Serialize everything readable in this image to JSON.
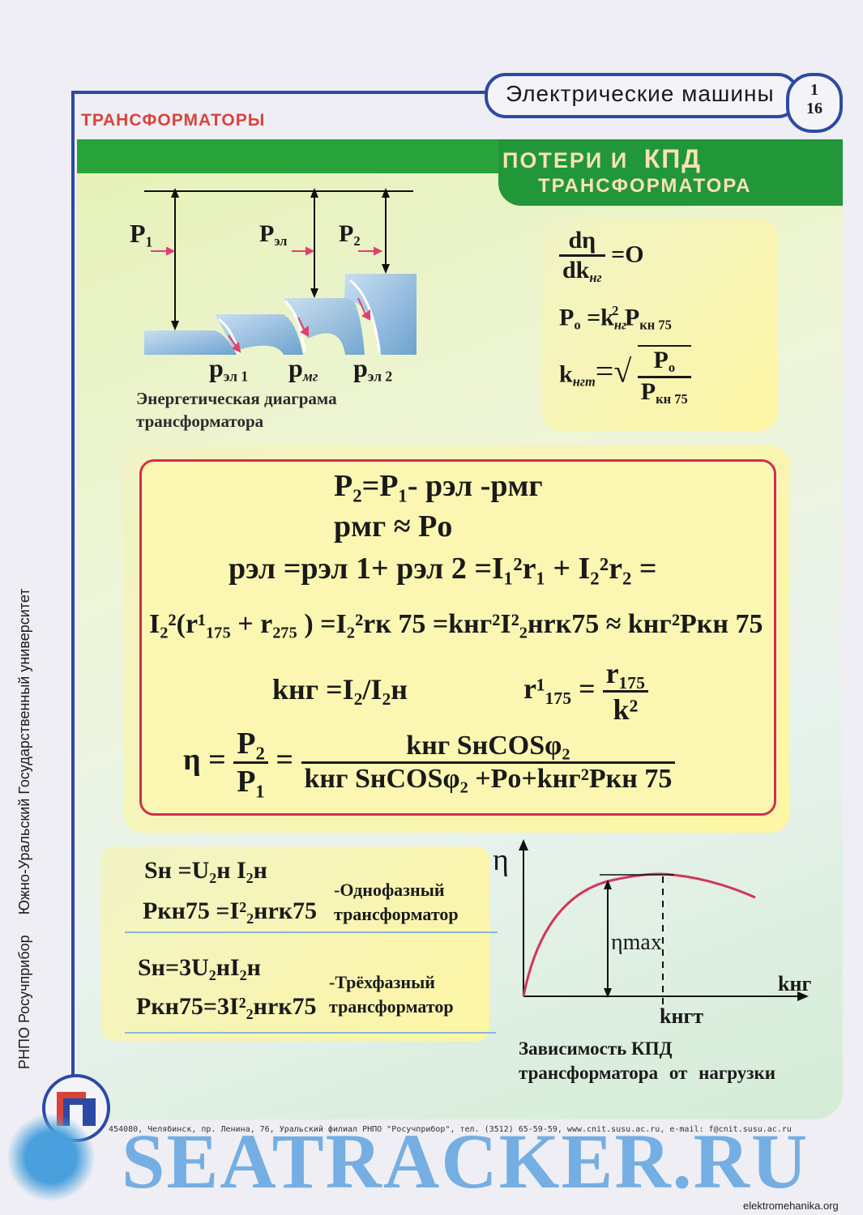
{
  "header": {
    "subject": "Электрические машины",
    "page_num": "1",
    "page_total": "16",
    "section": "ТРАНСФОРМАТОРЫ"
  },
  "title": {
    "line1_a": "ПОТЕРИ И",
    "line1_b": "КПД",
    "line2": "ТРАНСФОРМАТОРА"
  },
  "energy_diagram": {
    "labels": {
      "p1": "P",
      "p1_sub": "1",
      "pel": "P",
      "pel_sub": "эл",
      "p2": "P",
      "p2_sub": "2",
      "pel1": "p",
      "pel1_sub": "эл 1",
      "pmg": "p",
      "pmg_sub": "мг",
      "pel2": "p",
      "pel2_sub": "эл 2"
    },
    "caption_1": "Энергетическая диаграма",
    "caption_2": "трансформатора"
  },
  "optimum_box": {
    "deriv_num": "dη",
    "deriv_den": "dk",
    "deriv_den_sub": "нг",
    "deriv_eq": "=O",
    "po_lhs": "P",
    "po_lhs_sub": "o",
    "po_rhs_1": "=k",
    "po_rhs_1_sub": "нг",
    "po_rhs_1_sup": "2",
    "po_rhs_2": " P",
    "po_rhs_2_sub": "кн 75",
    "kopt_lhs": "k",
    "kopt_lhs_sub": "нгт",
    "kopt_eq": "=√",
    "kopt_num": "P",
    "kopt_num_sub": "o",
    "kopt_den": "P",
    "kopt_den_sub": "кн 75"
  },
  "formulas": {
    "line1": "P₂=P₁- pэл -pмг",
    "line2": "pмг ≈ Pо",
    "line3": "pэл =pэл 1+ pэл 2 =I₁²r₁ + I₂²r₂ =",
    "line4": "I₂²(r¹₁₇₅ + r₂₇₅ ) =I₂²rк 75 =kнг²I²₂нrк75 ≈ kнг²Pкн 75",
    "line5a": "kнг =I₂/I₂н",
    "line5b_lhs": "r¹₁₇₅ =",
    "line5b_num": "r₁₇₅",
    "line5b_den": "k²",
    "eta_lhs": "η =",
    "eta_frac_num": "P₂",
    "eta_frac_den": "P₁",
    "eta_eq": "=",
    "eta_num": "kнг SнCOSφ₂",
    "eta_den": "kнг SнCOSφ₂ +Pо+kнг²Pкн 75"
  },
  "phase_box": {
    "single_s": "Sн =U₂н I₂н",
    "single_p": "Pкн75 =I²₂нrк75",
    "single_label_1": "-Однофазный",
    "single_label_2": "трансформатор",
    "three_s": "Sн=3U₂нI₂н",
    "three_p": "Pкн75=3I²₂нrк75",
    "three_label_1": "-Трёхфазный",
    "three_label_2": "трансформатор"
  },
  "chart_data": {
    "type": "line",
    "title": "",
    "ylabel": "η",
    "xlabel": "kнг",
    "annotations": [
      "ηmax",
      "kнгт"
    ],
    "caption_1": "Зависимость КПД",
    "caption_2": "трансформатора от нагрузки",
    "curve_color": "#d2365a"
  },
  "side_text": "РНПО Росучприбор     Южно-Уральский Государственный университет",
  "footer": {
    "address": "454080, Челябинск, пр. Ленина, 76, Уральский филиал РНПО \"Росучприбор\", тел. (3512) 65-59-59, www.cnit.susu.ac.ru, e-mail: f@cnit.susu.ac.ru",
    "watermark": "SEATRACKER.RU",
    "source": "elektromehanika.org"
  },
  "colors": {
    "green": "#27a33a",
    "red": "#d12d52",
    "blue": "#2c4aa3",
    "section_red": "#d9443a"
  }
}
